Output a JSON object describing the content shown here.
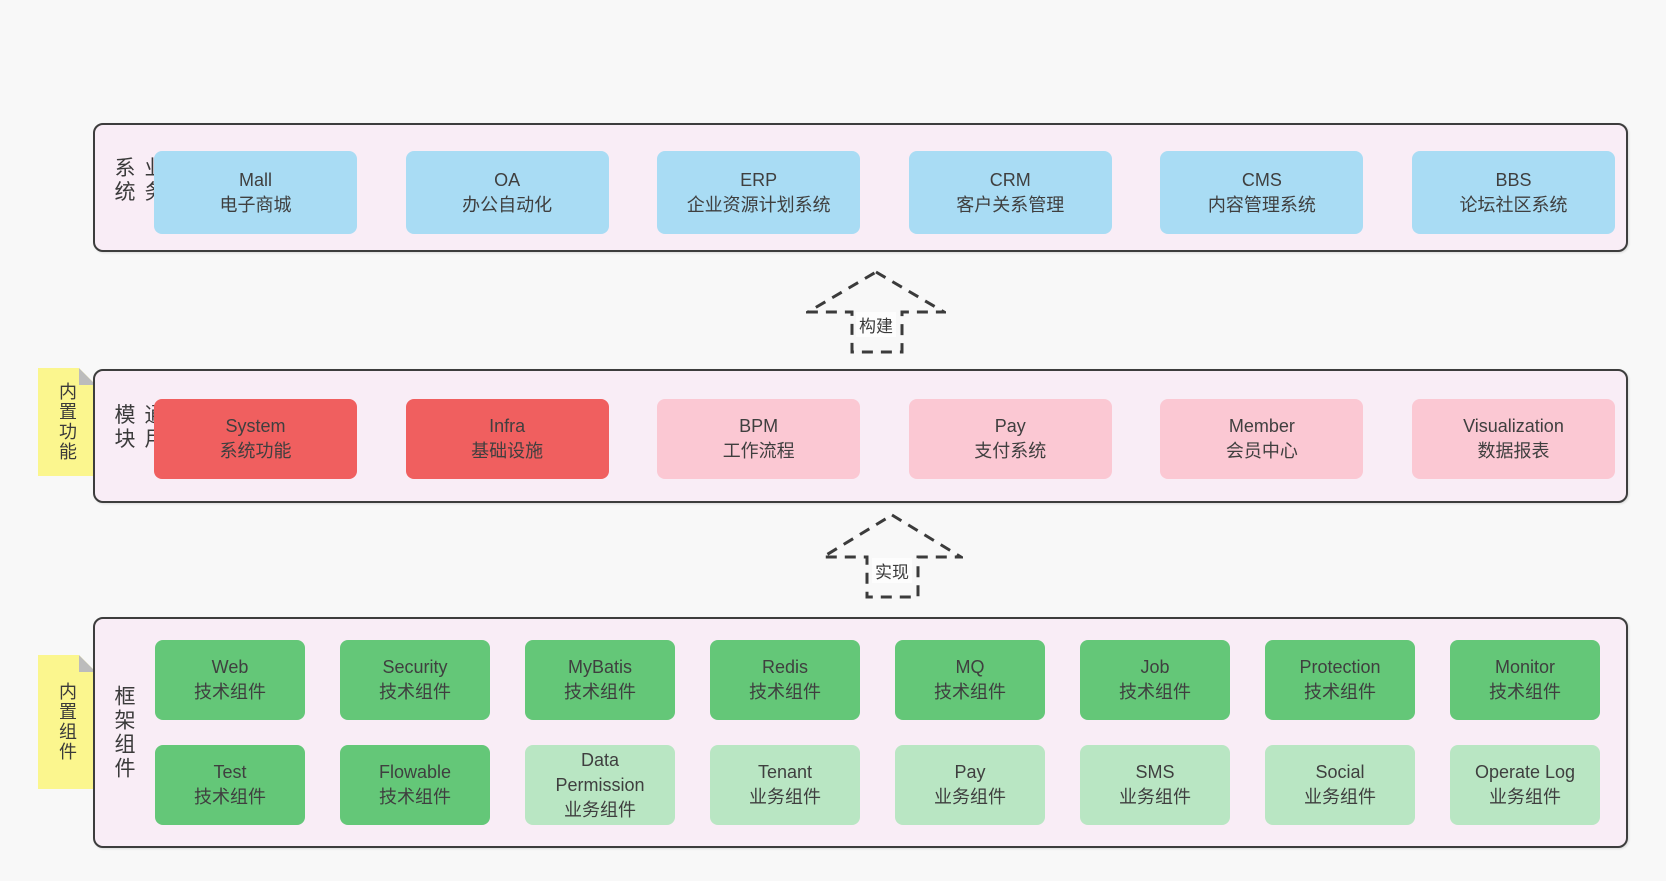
{
  "colors": {
    "page_bg": "#f8f8f8",
    "band_bg": "#f9edf6",
    "band_border": "#3d3d3d",
    "blue_box": "#a9dcf4",
    "red_box": "#f05f5f",
    "pink_box": "#fbc8d3",
    "green_box": "#64c778",
    "light_green_box": "#b9e6c3",
    "note_yellow": "#fbf68e",
    "text": "#3f3f3f"
  },
  "arrows": [
    {
      "label": "构建"
    },
    {
      "label": "实现"
    }
  ],
  "notes": [
    {
      "label": "内置功能"
    },
    {
      "label": "内置组件"
    }
  ],
  "bands": [
    {
      "label": "业务系统",
      "boxes": [
        {
          "name": "Mall",
          "desc": "电子商城"
        },
        {
          "name": "OA",
          "desc": "办公自动化"
        },
        {
          "name": "ERP",
          "desc": "企业资源计划系统"
        },
        {
          "name": "CRM",
          "desc": "客户关系管理"
        },
        {
          "name": "CMS",
          "desc": "内容管理系统"
        },
        {
          "name": "BBS",
          "desc": "论坛社区系统"
        }
      ]
    },
    {
      "label": "通用模块",
      "boxes": [
        {
          "name": "System",
          "desc": "系统功能"
        },
        {
          "name": "Infra",
          "desc": "基础设施"
        },
        {
          "name": "BPM",
          "desc": "工作流程"
        },
        {
          "name": "Pay",
          "desc": "支付系统"
        },
        {
          "name": "Member",
          "desc": "会员中心"
        },
        {
          "name": "Visualization",
          "desc": "数据报表"
        }
      ]
    },
    {
      "label": "框架组件",
      "rows": [
        [
          {
            "name": "Web",
            "desc": "技术组件"
          },
          {
            "name": "Security",
            "desc": "技术组件"
          },
          {
            "name": "MyBatis",
            "desc": "技术组件"
          },
          {
            "name": "Redis",
            "desc": "技术组件"
          },
          {
            "name": "MQ",
            "desc": "技术组件"
          },
          {
            "name": "Job",
            "desc": "技术组件"
          },
          {
            "name": "Protection",
            "desc": "技术组件"
          },
          {
            "name": "Monitor",
            "desc": "技术组件"
          }
        ],
        [
          {
            "name": "Test",
            "desc": "技术组件"
          },
          {
            "name": "Flowable",
            "desc": "技术组件"
          },
          {
            "name": "Data Permission",
            "desc": "业务组件"
          },
          {
            "name": "Tenant",
            "desc": "业务组件"
          },
          {
            "name": "Pay",
            "desc": "业务组件"
          },
          {
            "name": "SMS",
            "desc": "业务组件"
          },
          {
            "name": "Social",
            "desc": "业务组件"
          },
          {
            "name": "Operate Log",
            "desc": "业务组件"
          }
        ]
      ]
    }
  ]
}
